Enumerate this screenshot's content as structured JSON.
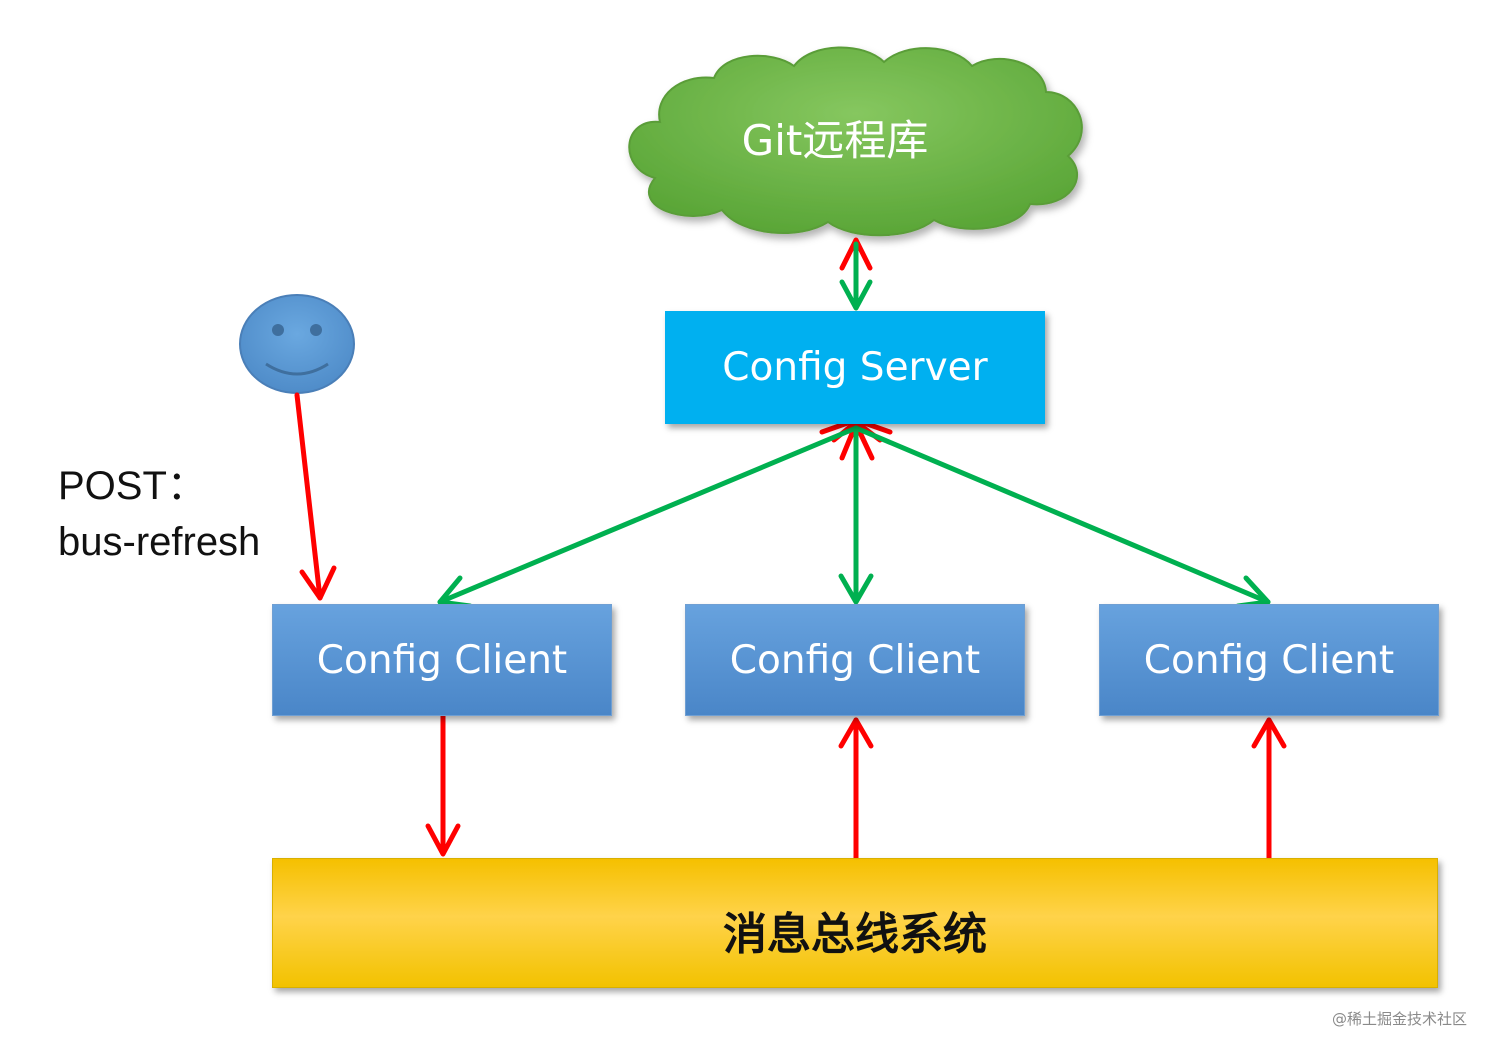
{
  "git_repo": {
    "label": "Git远程库"
  },
  "config_server": {
    "label": "Config Server"
  },
  "config_clients": [
    {
      "label": "Config Client"
    },
    {
      "label": "Config Client"
    },
    {
      "label": "Config Client"
    }
  ],
  "message_bus": {
    "label": "消息总线系统"
  },
  "post_request": {
    "line1": "POST：",
    "line2": "bus-refresh"
  },
  "watermark": "@稀土掘金技术社区",
  "colors": {
    "cloud": "#6eb546",
    "server": "#00b0f0",
    "client": "#4f8cd0",
    "bus": "#ffc000",
    "user": "#5b9bd5",
    "red_arrow": "#ff0000",
    "green_arrow": "#00b050"
  },
  "icons": {
    "user": "smiley-face-icon",
    "repo": "cloud-icon"
  }
}
